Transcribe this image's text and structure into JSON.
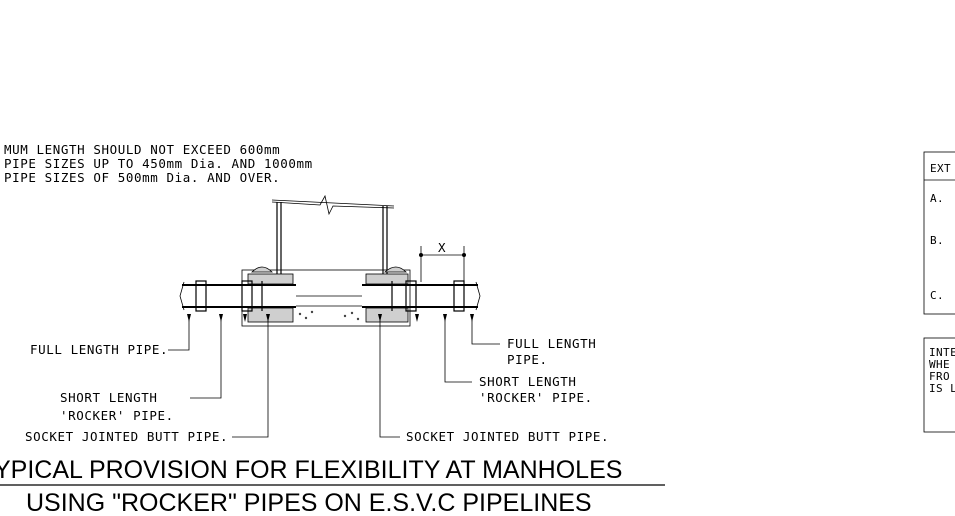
{
  "note": {
    "line1": "MUM LENGTH SHOULD NOT EXCEED 600mm",
    "line2": "PIPE SIZES UP TO 450mm Dia. AND 1000mm",
    "line3": "PIPE SIZES OF 500mm Dia. AND OVER."
  },
  "dimension_label": "X",
  "labels": {
    "full_length_left": "FULL LENGTH PIPE.",
    "short_length_left_1": "SHORT LENGTH",
    "short_length_left_2": "'ROCKER' PIPE.",
    "socket_left": "SOCKET JOINTED BUTT PIPE.",
    "full_length_right_1": "FULL LENGTH",
    "full_length_right_2": "PIPE.",
    "short_length_right_1": "SHORT LENGTH",
    "short_length_right_2": "'ROCKER' PIPE.",
    "socket_right": "SOCKET JOINTED BUTT PIPE."
  },
  "title": {
    "line1": "YPICAL PROVISION FOR FLEXIBILITY AT MANHOLES",
    "line2": "USING \"ROCKER\" PIPES ON E.S.V.C PIPELINES"
  },
  "side_table": {
    "header": "EXT",
    "rows": [
      "A.",
      "B.",
      "C."
    ],
    "note_lines": [
      "INTE",
      "WHE",
      "FRO",
      "IS L"
    ]
  }
}
